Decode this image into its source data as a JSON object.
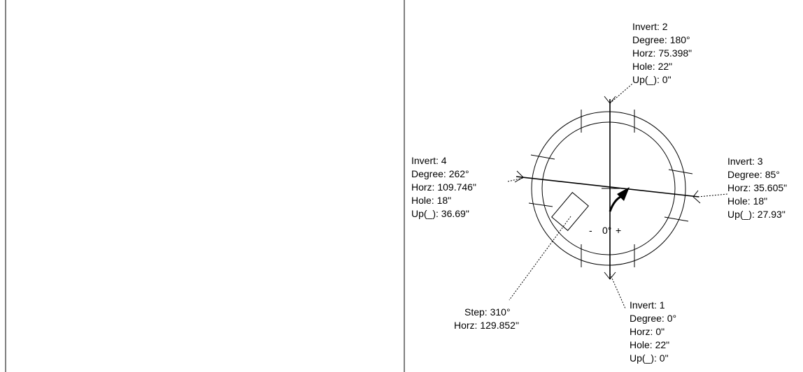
{
  "panel": {
    "border_color": "#000000",
    "background": "#ffffff"
  },
  "diagram": {
    "stroke_color": "#000000",
    "step_label": {
      "degree": "Step: 310°",
      "horz": "Horz: 129.852\""
    },
    "rotation_indicator": {
      "minus": "-",
      "value": "0°",
      "plus": "+",
      "arrow_icon": "rotate-clockwise-arrow-icon"
    },
    "inverts": [
      {
        "id": "invert-2",
        "lines": [
          "Invert: 2",
          "Degree: 180°",
          "Horz: 75.398\"",
          "Hole: 22\"",
          "Up(_): 0\""
        ]
      },
      {
        "id": "invert-4",
        "lines": [
          "Invert: 4",
          "Degree: 262°",
          "Horz: 109.746\"",
          "Hole: 18\"",
          "Up(_): 36.69\""
        ]
      },
      {
        "id": "invert-3",
        "lines": [
          "Invert: 3",
          "Degree: 85°",
          "Horz: 35.605\"",
          "Hole: 18\"",
          "Up(_): 27.93\""
        ]
      },
      {
        "id": "invert-1",
        "lines": [
          "Invert: 1",
          "Degree: 0°",
          "Horz: 0\"",
          "Hole: 22\"",
          "Up(_): 0\""
        ]
      }
    ]
  }
}
